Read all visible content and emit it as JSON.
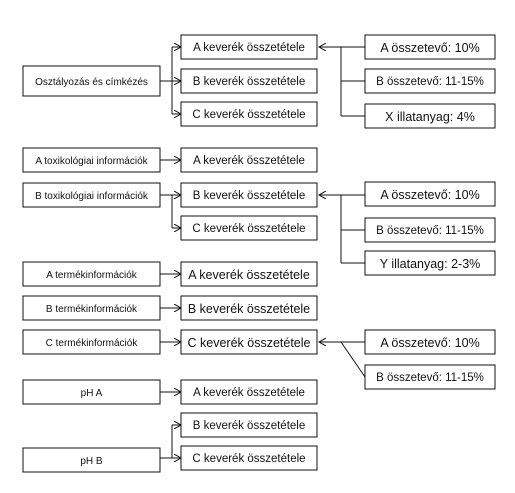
{
  "nodes": {
    "n1": "Osztályozás és címkézés",
    "n2": "A toxikológiai információk",
    "n3": "B toxikológiai információk",
    "n4": "A termékinformációk",
    "n5": "B termékinformációk",
    "n6": "C termékinformációk",
    "n7": "pH A",
    "n8": "pH B",
    "m1": "A keverék összetétele",
    "m2": "B keverék összetétele",
    "m3": "C keverék összetétele",
    "m4": "A keverék összetétele",
    "m5": "B keverék összetétele",
    "m6": "C keverék összetétele",
    "m7": "A keverék összetétele",
    "m8": "B keverék összetétele",
    "m9": "C keverék összetétele",
    "m10": "A keverék összetétele",
    "m11": "B keverék összetétele",
    "m12": "C keverék összetétele",
    "r1": "A összetevő: 10%",
    "r2": "B összetevő: 11-15%",
    "r3": "X illatanyag: 4%",
    "r4": "A összetevő: 10%",
    "r5": "B összetevő: 11-15%",
    "r6": "Y illatanyag: 2-3%",
    "r7": "A összetevő: 10%",
    "r8": "B összetevő: 11-15%"
  }
}
